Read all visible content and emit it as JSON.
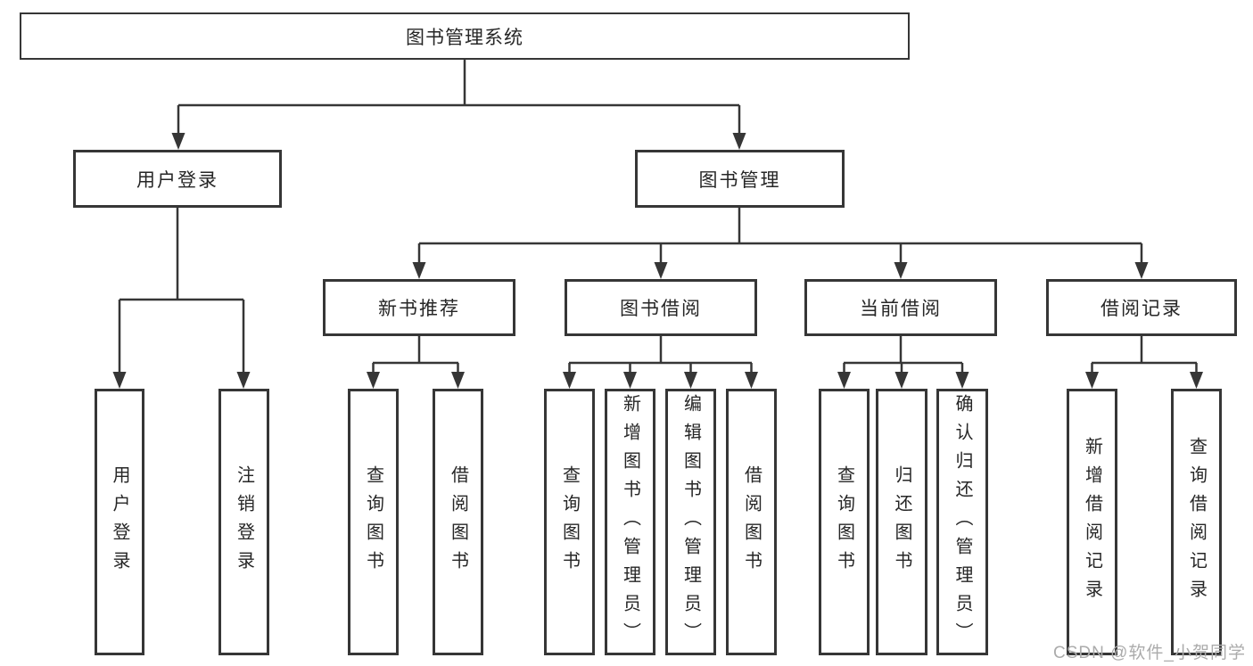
{
  "tree": {
    "root": {
      "label": "图书管理系统",
      "children": [
        {
          "label": "用户登录",
          "children": [
            {
              "label": "用户登录"
            },
            {
              "label": "注销登录"
            }
          ]
        },
        {
          "label": "图书管理",
          "children": [
            {
              "label": "新书推荐",
              "children": [
                {
                  "label": "查询图书"
                },
                {
                  "label": "借阅图书"
                }
              ]
            },
            {
              "label": "图书借阅",
              "children": [
                {
                  "label": "查询图书"
                },
                {
                  "label": "新增图书（管理员）"
                },
                {
                  "label": "编辑图书（管理员）"
                },
                {
                  "label": "借阅图书"
                }
              ]
            },
            {
              "label": "当前借阅",
              "children": [
                {
                  "label": "查询图书"
                },
                {
                  "label": "归还图书"
                },
                {
                  "label": "确认归还（管理员）"
                }
              ]
            },
            {
              "label": "借阅记录",
              "children": [
                {
                  "label": "新增借阅记录"
                },
                {
                  "label": "查询借阅记录"
                }
              ]
            }
          ]
        }
      ]
    }
  },
  "watermark": {
    "text": "CSDN @软件_小贺同学"
  },
  "colors": {
    "line": "#363636",
    "text": "#262626",
    "background": "#ffffff",
    "watermark": "#ababab"
  }
}
